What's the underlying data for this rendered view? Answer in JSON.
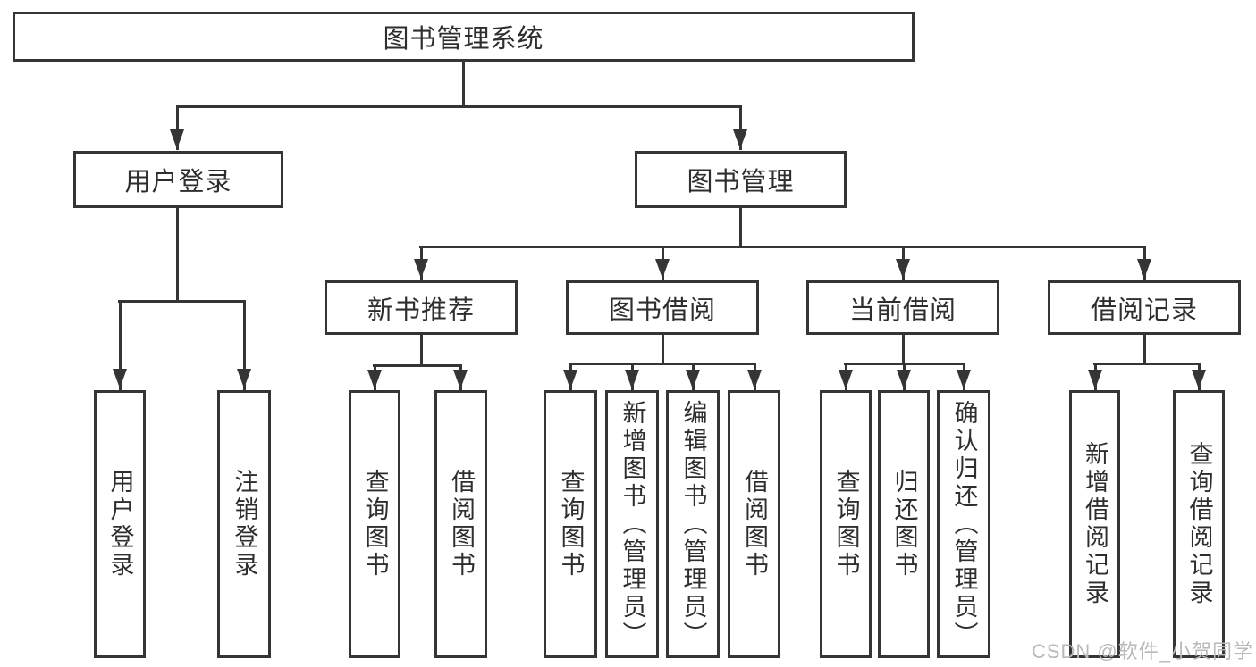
{
  "tree": {
    "root": {
      "label": "图书管理系统"
    },
    "branches": [
      {
        "label": "用户登录",
        "children": [
          {
            "label": "用户登录"
          },
          {
            "label": "注销登录"
          }
        ]
      },
      {
        "label": "图书管理",
        "children": [
          {
            "label": "新书推荐",
            "children": [
              {
                "label": "查询图书"
              },
              {
                "label": "借阅图书"
              }
            ]
          },
          {
            "label": "图书借阅",
            "children": [
              {
                "label": "查询图书"
              },
              {
                "label": "新增图书（管理员）"
              },
              {
                "label": "编辑图书（管理员）"
              },
              {
                "label": "借阅图书"
              }
            ]
          },
          {
            "label": "当前借阅",
            "children": [
              {
                "label": "查询图书"
              },
              {
                "label": "归还图书"
              },
              {
                "label": "确认归还（管理员）"
              }
            ]
          },
          {
            "label": "借阅记录",
            "children": [
              {
                "label": "新增借阅记录"
              },
              {
                "label": "查询借阅记录"
              }
            ]
          }
        ]
      }
    ]
  },
  "watermark": {
    "text": "CSDN @软件_小贺同学"
  },
  "colors": {
    "line": "#353535",
    "text": "#2e2e2e",
    "watermark": "#b9b9b9",
    "background": "#ffffff"
  }
}
